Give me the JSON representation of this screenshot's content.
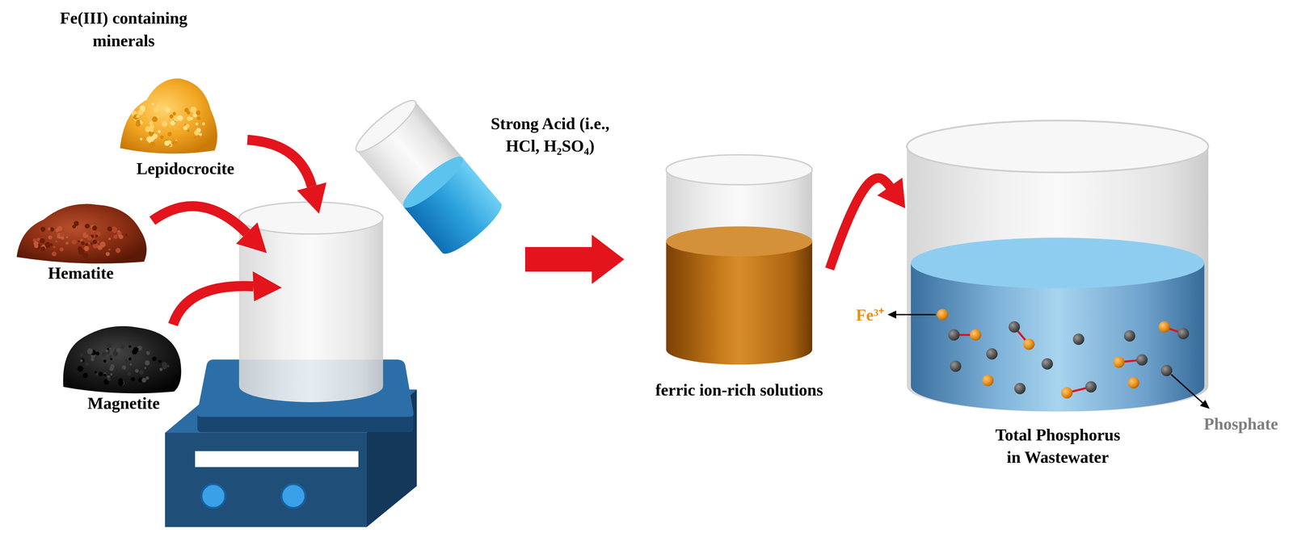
{
  "diagram": {
    "nodes": [
      {
        "text": [
          "Lepidocrocite"
        ]
      },
      {
        "text": [
          "Hematite"
        ]
      },
      {
        "text": [
          "Magnetite"
        ]
      },
      {
        "text": [
          "Strong Acid (i.e., HCl, H₂SO₄)"
        ]
      },
      {
        "text": [
          "ferric ion-rich solutions"
        ]
      },
      {
        "text": [
          "Total Phosphorus in Wastewater"
        ]
      }
    ],
    "edges": [
      {
        "from": 4,
        "to": 5,
        "arrow": "to"
      }
    ],
    "labels": [
      "Fe(III) containing minerals",
      "Fe³⁺",
      "Phosphate"
    ]
  }
}
